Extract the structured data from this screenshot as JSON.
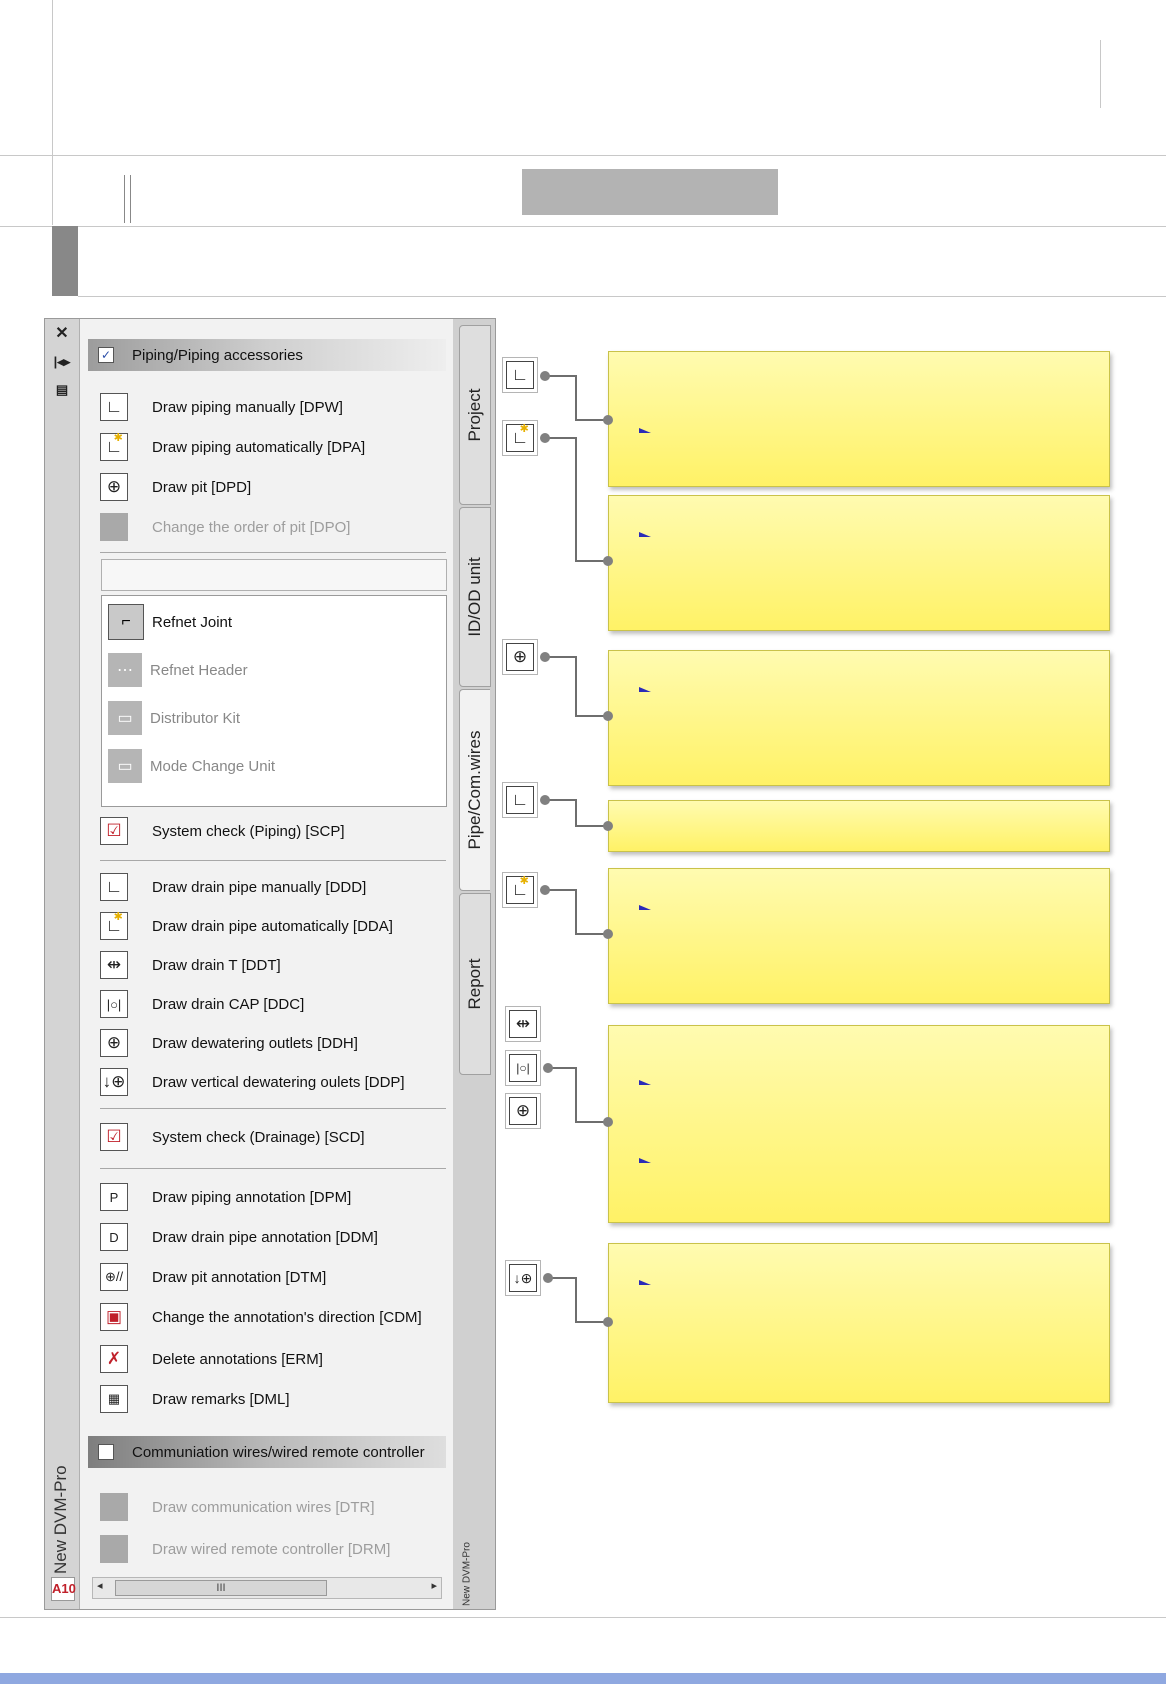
{
  "palette": {
    "window_title": "New DVM-Pro",
    "close_icon": "close-icon",
    "autohide_icon": "autohide-icon",
    "properties_icon": "properties-icon",
    "logo_text": "A10",
    "scroll_thumb": "III",
    "tab_footer": "New DVM-Pro",
    "tabs": [
      {
        "label": "Project"
      },
      {
        "label": "ID/OD unit"
      },
      {
        "label": "Pipe/Com.wires"
      },
      {
        "label": "Report"
      }
    ],
    "section1": {
      "checked": true,
      "label": "Piping/Piping accessories"
    },
    "group_a": [
      {
        "icon": "draw-pipe-manual-icon",
        "label": "Draw piping manually [DPW]",
        "enabled": true
      },
      {
        "icon": "draw-pipe-auto-icon",
        "label": "Draw piping automatically [DPA]",
        "enabled": true
      },
      {
        "icon": "draw-pit-icon",
        "label": "Draw pit [DPD]",
        "enabled": true
      },
      {
        "icon": "change-order-pit-icon",
        "label": "Change the order of pit [DPO]",
        "enabled": false
      }
    ],
    "accessories": [
      {
        "icon": "refnet-joint-icon",
        "label": "Refnet Joint",
        "enabled": true
      },
      {
        "icon": "refnet-header-icon",
        "label": "Refnet Header",
        "enabled": false
      },
      {
        "icon": "distributor-kit-icon",
        "label": "Distributor Kit",
        "enabled": false
      },
      {
        "icon": "mode-change-unit-icon",
        "label": "Mode Change Unit",
        "enabled": false
      }
    ],
    "system_check_piping": {
      "icon": "system-check-icon",
      "label": "System check (Piping) [SCP]"
    },
    "group_drain": [
      {
        "icon": "drain-manual-icon",
        "label": "Draw drain pipe manually [DDD]"
      },
      {
        "icon": "drain-auto-icon",
        "label": "Draw drain pipe automatically [DDA]"
      },
      {
        "icon": "drain-t-icon",
        "label": "Draw drain T [DDT]"
      },
      {
        "icon": "drain-cap-icon",
        "label": "Draw drain CAP [DDC]"
      },
      {
        "icon": "dewatering-outlet-icon",
        "label": "Draw dewatering outlets [DDH]"
      },
      {
        "icon": "vertical-dewatering-icon",
        "label": "Draw vertical dewatering oulets [DDP]"
      }
    ],
    "system_check_drain": {
      "icon": "system-check-icon",
      "label": "System check (Drainage) [SCD]"
    },
    "group_annotation": [
      {
        "icon": "piping-annotation-icon",
        "label": "Draw piping annotation [DPM]"
      },
      {
        "icon": "drain-annotation-icon",
        "label": "Draw drain pipe annotation [DDM]"
      },
      {
        "icon": "pit-annotation-icon",
        "label": "Draw pit annotation [DTM]"
      },
      {
        "icon": "annotation-direction-icon",
        "label": "Change the annotation's direction [CDM]"
      },
      {
        "icon": "delete-annotation-icon",
        "label": "Delete annotations [ERM]"
      },
      {
        "icon": "remarks-icon",
        "label": "Draw remarks [DML]"
      }
    ],
    "section2": {
      "checked": false,
      "label": "Communiation wires/wired remote controller"
    },
    "group_comm": [
      {
        "icon": "comm-wires-icon",
        "label": "Draw communication wires [DTR]"
      },
      {
        "icon": "remote-controller-icon",
        "label": "Draw wired remote controller [DRM]"
      }
    ]
  },
  "colors": {
    "note_fill": "#fff266",
    "marker": "#2b2bb8",
    "bottom_band": "#8fa8e0",
    "disabled_text": "#9d9d9d"
  }
}
